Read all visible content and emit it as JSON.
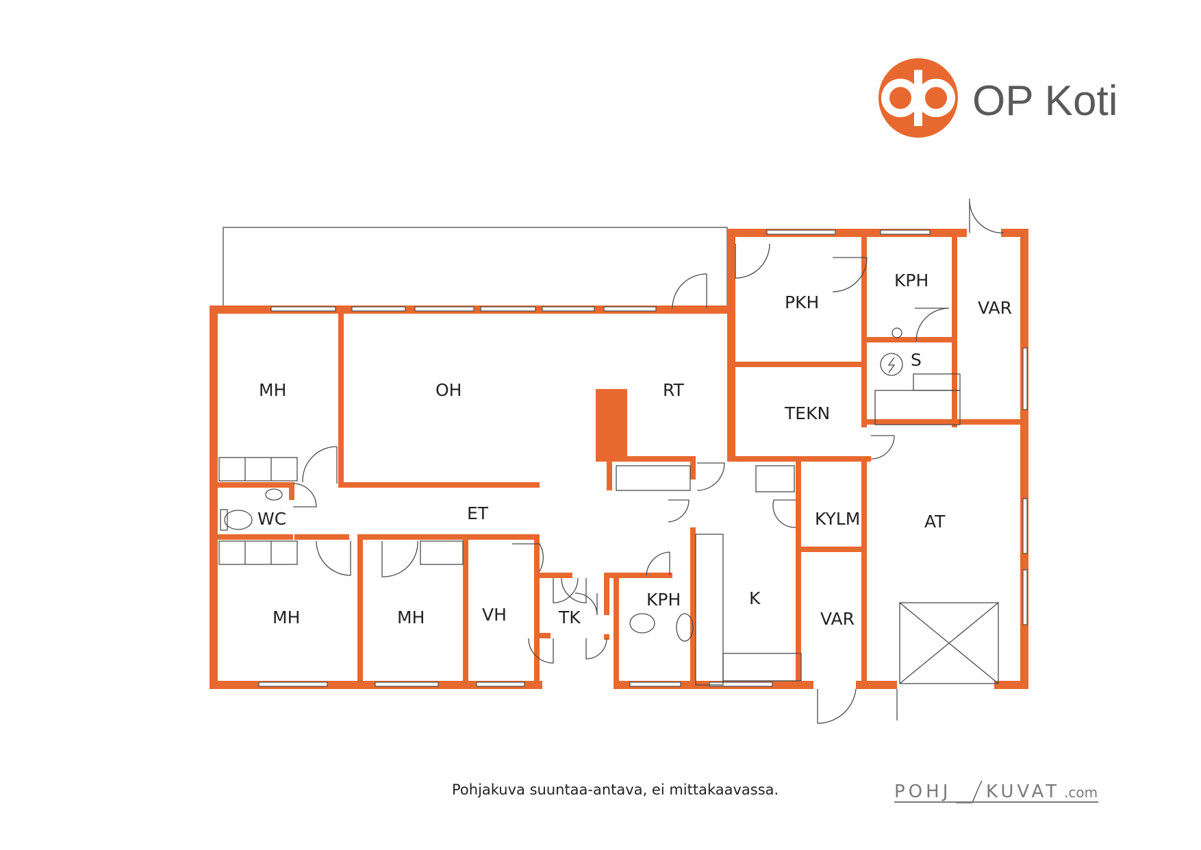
{
  "brand": {
    "name": "OP Koti",
    "accent_color": "#e8692f",
    "logo_icon": "op-logo-icon"
  },
  "caption": "Pohjakuva suuntaa-antava, ei mittakaavassa.",
  "footer_logo": {
    "part1": "POHJ",
    "part2": "KUVAT",
    "suffix": ".com"
  },
  "rooms": {
    "mh_top": "MH",
    "oh": "OH",
    "rt": "RT",
    "pkh": "PKH",
    "kph_top": "KPH",
    "var_top": "VAR",
    "s": "S",
    "tekn": "TEKN",
    "wc": "WC",
    "et": "ET",
    "kylm": "KYLM",
    "at": "AT",
    "mh_left": "MH",
    "mh_mid": "MH",
    "vh": "VH",
    "tk": "TK",
    "kph_bottom": "KPH",
    "k": "K",
    "var_bottom": "VAR"
  },
  "icons": {
    "electric_heater": "electric-heater-icon",
    "stairs": "stairs-icon",
    "fireplace": "fireplace-icon",
    "toilet": "toilet-icon",
    "sink": "sink-icon"
  }
}
